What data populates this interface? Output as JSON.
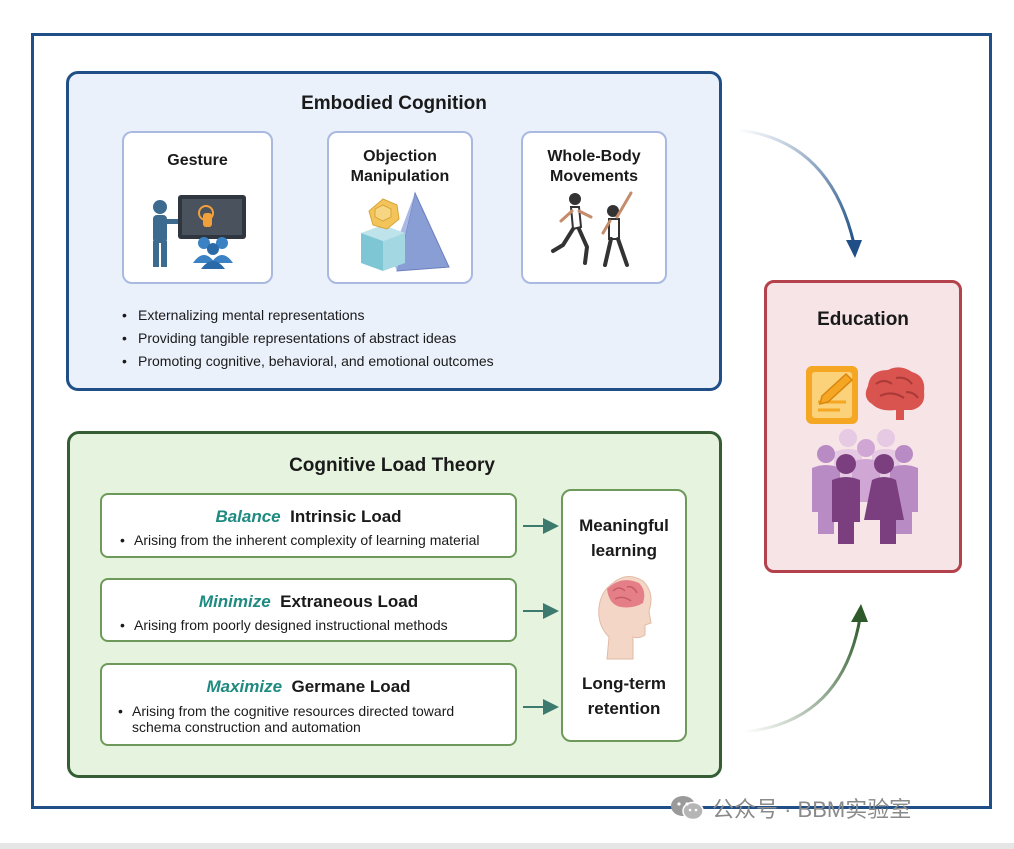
{
  "embodied": {
    "title": "Embodied Cognition",
    "cards": [
      {
        "label": "Gesture",
        "icon": "gesture-touchscreen-icon"
      },
      {
        "label": "Objection\nManipulation",
        "icon": "geometric-shapes-icon"
      },
      {
        "label": "Whole-Body\nMovements",
        "icon": "running-people-icon"
      }
    ],
    "bullets": [
      "Externalizing mental representations",
      "Providing tangible representations of abstract ideas",
      "Promoting cognitive, behavioral, and emotional outcomes"
    ]
  },
  "cognitive_load": {
    "title": "Cognitive Load Theory",
    "loads": [
      {
        "verb": "Balance",
        "name": "Intrinsic Load",
        "desc": "Arising from the inherent complexity of learning material"
      },
      {
        "verb": "Minimize",
        "name": "Extraneous Load",
        "desc": "Arising from poorly designed instructional methods"
      },
      {
        "verb": "Maximize",
        "name": "Germane Load",
        "desc": "Arising from the cognitive resources directed toward schema construction and automation"
      }
    ],
    "outcomes": {
      "top": "Meaningful\nlearning",
      "bottom": "Long-term\nretention",
      "icon": "head-brain-icon"
    }
  },
  "education": {
    "title": "Education",
    "icons": [
      "notepad-pencil-icon",
      "brain-icon",
      "people-group-icon"
    ]
  },
  "watermark": "公众号 · BBM实验室",
  "colors": {
    "ec_border": "#1f4f86",
    "clt_border": "#355e34",
    "edu_border": "#b4424c",
    "verb_color": "#1e8a80"
  }
}
